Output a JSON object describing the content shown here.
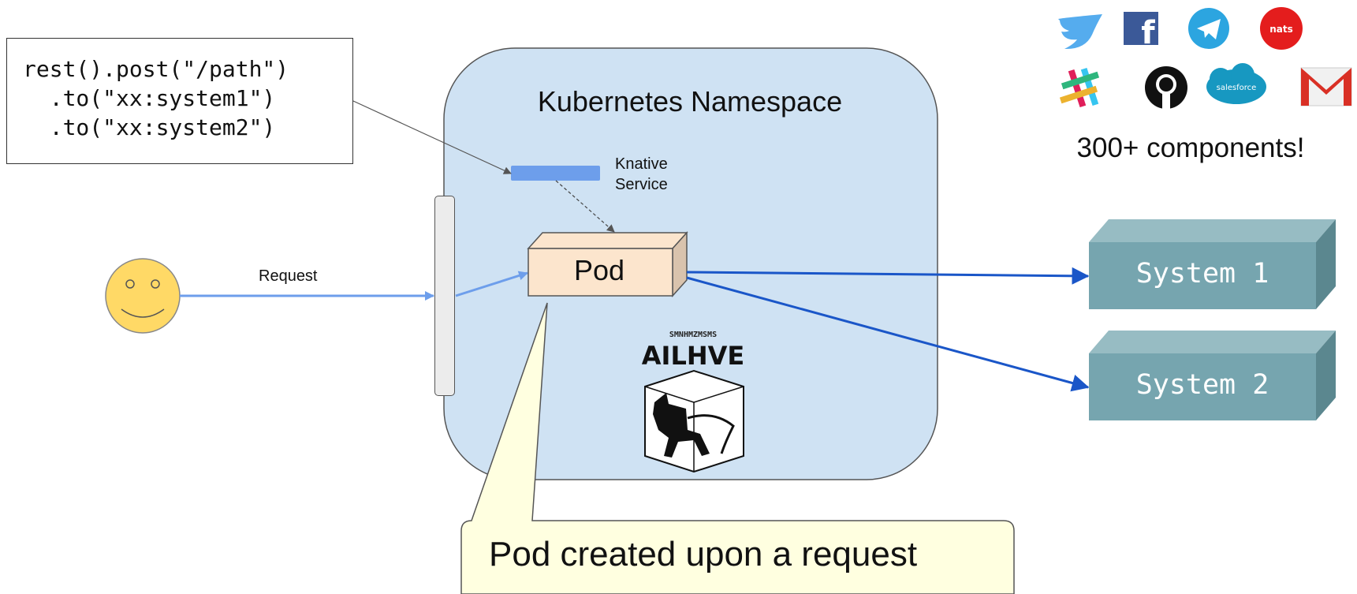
{
  "code": {
    "lines": [
      "rest().post(\"/path\")",
      "  .to(\"xx:system1\")",
      "  .to(\"xx:system2\")"
    ]
  },
  "namespace": {
    "title": "Kubernetes Namespace"
  },
  "knative": {
    "label_line1": "Knative",
    "label_line2": "Service"
  },
  "request": {
    "label": "Request"
  },
  "pod": {
    "label": "Pod"
  },
  "systems": [
    {
      "label": "System 1"
    },
    {
      "label": "System 2"
    }
  ],
  "components": {
    "label": "300+ components!",
    "icons": [
      "twitter-icon",
      "facebook-icon",
      "telegram-icon",
      "nats-icon",
      "slack-icon",
      "github-icon",
      "salesforce-icon",
      "gmail-icon"
    ]
  },
  "callout": {
    "text": "Pod created upon a request"
  },
  "logo": {
    "text": "AILHVE"
  },
  "colors": {
    "namespace_fill": "#cfe2f3",
    "pod_front": "#fce5cd",
    "pod_side": "#d9c3ad",
    "system_front": "#76a5af",
    "system_top": "#97bcc3",
    "system_side": "#5b878f",
    "arrow_blue": "#1a56c8",
    "arrow_light": "#6d9eeb",
    "knative_bar": "#6d9eeb",
    "smiley": "#ffd966",
    "callout_fill": "#ffffe0"
  }
}
